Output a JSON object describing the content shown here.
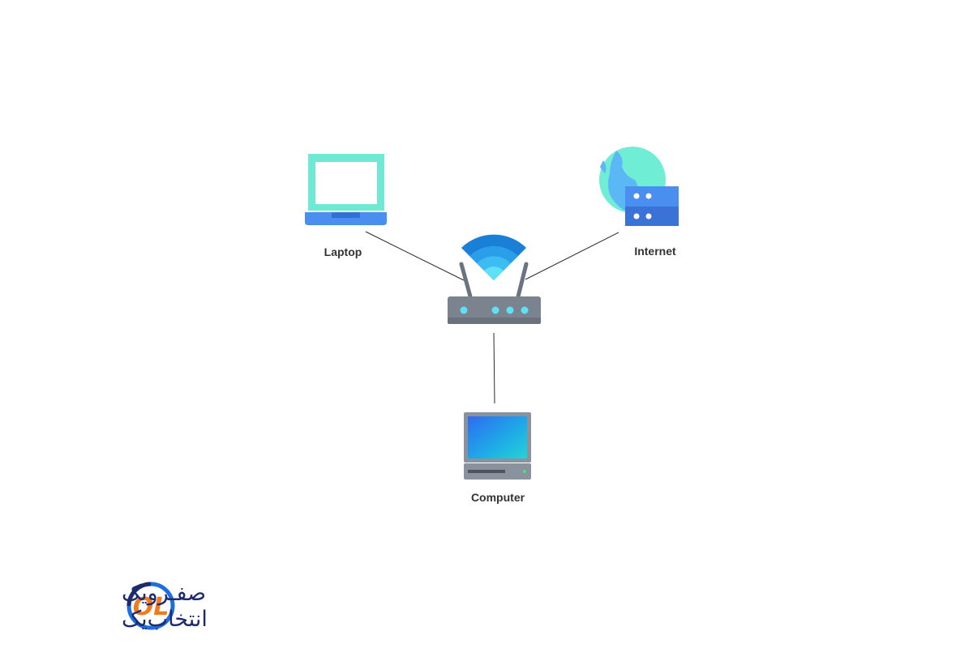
{
  "diagram": {
    "nodes": {
      "laptop": {
        "label": "Laptop"
      },
      "internet": {
        "label": "Internet"
      },
      "computer": {
        "label": "Computer"
      },
      "router": {
        "label": ""
      }
    },
    "edges": [
      {
        "from": "laptop",
        "to": "router"
      },
      {
        "from": "internet",
        "to": "router"
      },
      {
        "from": "router",
        "to": "computer"
      }
    ]
  },
  "brand": {
    "line1": "صفـرویک",
    "line2": "انتخاب‌یک",
    "mark_text": "OL"
  },
  "colors": {
    "laptop_screen_frame": "#6fe9d4",
    "laptop_base": "#4a8ff0",
    "router_body": "#7b838f",
    "router_lights": "#5ee0f5",
    "wifi_waves": "#1a7fd6",
    "globe": "#6feed5",
    "server": "#3f7fe6",
    "computer_body": "#8a929e",
    "brand_blue": "#1d2a6b",
    "brand_orange": "#f07b1e",
    "brand_ring": "#1d6fe0"
  },
  "icons": {
    "laptop": "laptop-icon",
    "internet": "globe-server-icon",
    "router": "wifi-router-icon",
    "computer": "desktop-computer-icon"
  }
}
